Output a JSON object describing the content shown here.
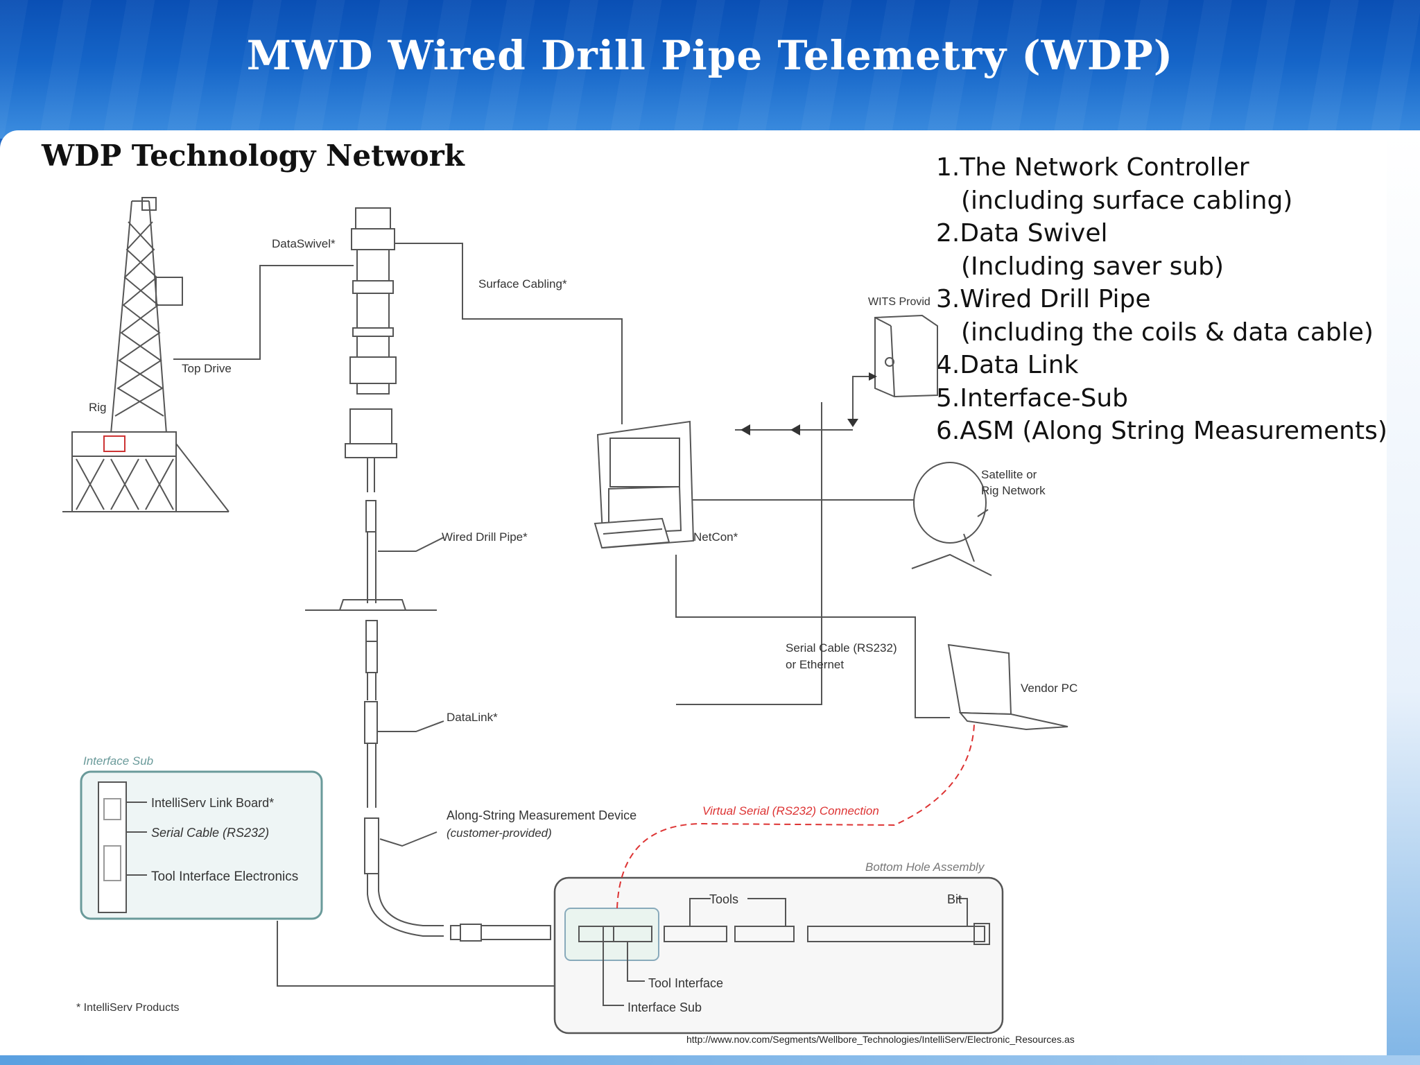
{
  "header": {
    "title": "MWD Wired Drill Pipe Telemetry (WDP)"
  },
  "subtitle": "WDP Technology Network",
  "components_list": [
    {
      "main": "1.The Network Controller",
      "sub": "(including surface cabling)"
    },
    {
      "main": "2.Data Swivel",
      "sub": "(Including saver sub)"
    },
    {
      "main": "3.Wired Drill Pipe",
      "sub": "(including the coils & data cable)"
    },
    {
      "main": "4.Data Link",
      "sub": ""
    },
    {
      "main": "5.Interface-Sub",
      "sub": ""
    },
    {
      "main": "6.ASM (Along String Measurements)",
      "sub": ""
    }
  ],
  "diagram_labels": {
    "data_swivel": "DataSwivel*",
    "surface_cabling": "Surface Cabling*",
    "top_drive": "Top Drive",
    "rig": "Rig",
    "wits_provider": "WITS Provid",
    "satellite": [
      "Satellite or",
      "Rig Network"
    ],
    "wired_drill_pipe": "Wired Drill Pipe*",
    "netcon": "NetCon*",
    "serial_cable": [
      "Serial Cable (RS232)",
      "or Ethernet"
    ],
    "vendor_pc": "Vendor PC",
    "datalink": "DataLink*",
    "asm_device": "Along-String Measurement Device",
    "asm_device_note": "(customer-provided)",
    "virtual_serial": "Virtual Serial (RS232) Connection",
    "bha": "Bottom Hole Assembly",
    "tools": "Tools",
    "bit": "Bit",
    "tool_interface": "Tool Interface",
    "interface_sub": "Interface Sub",
    "interface_sub_box_title": "Interface Sub",
    "link_board": "IntelliServ Link Board*",
    "serial_cable_rs232": "Serial Cable (RS232)",
    "tool_electronics": "Tool Interface Electronics",
    "footnote": "* IntelliServ Products"
  },
  "source_url": "http://www.nov.com/Segments/Wellbore_Technologies/IntelliServ/Electronic_Resources.as"
}
